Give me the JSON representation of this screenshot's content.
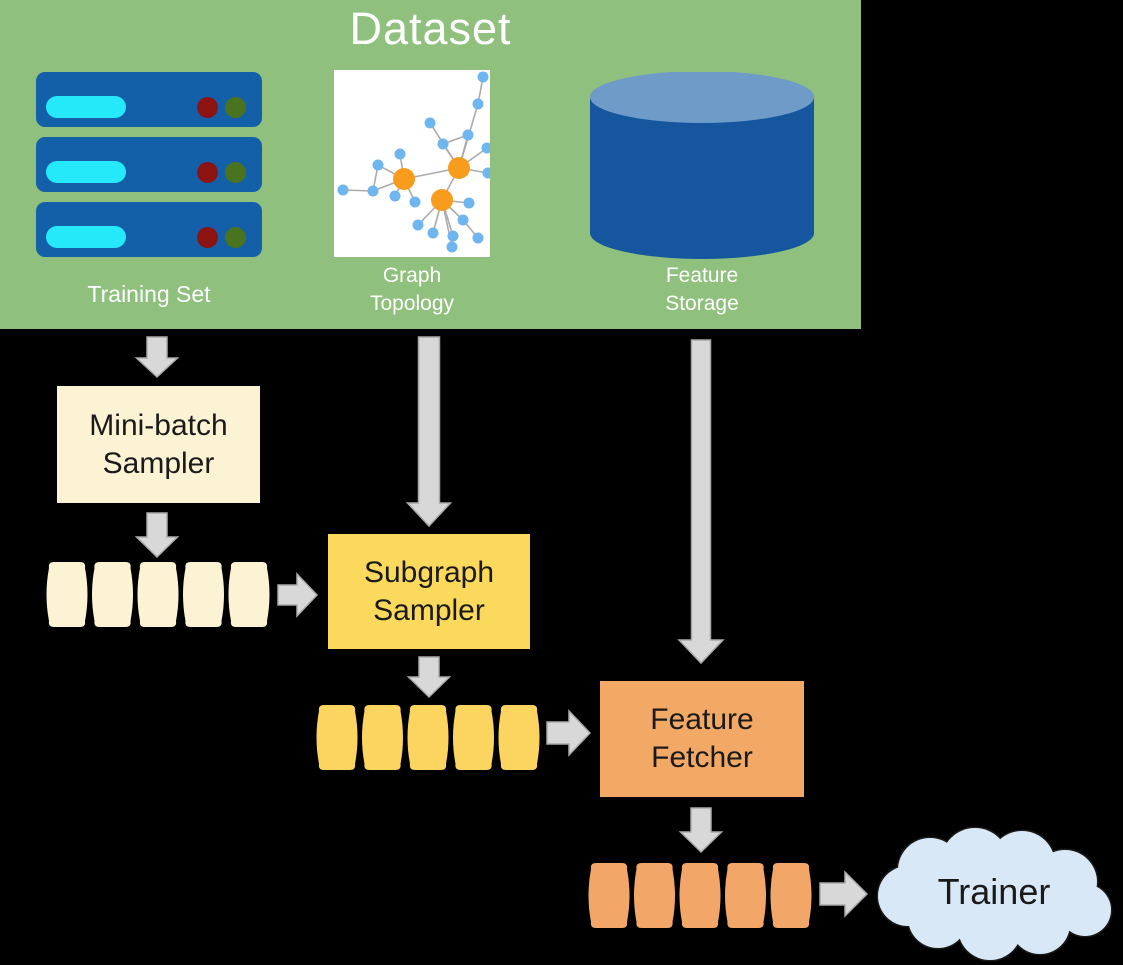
{
  "dataset_panel": {
    "title": "Dataset",
    "items": [
      {
        "icon": "server-stack-icon",
        "lines": [
          "Training Set"
        ]
      },
      {
        "icon": "graph-network-icon",
        "lines": [
          "Graph",
          "Topology"
        ]
      },
      {
        "icon": "database-cylinder-icon",
        "lines": [
          "Feature",
          "Storage"
        ]
      }
    ]
  },
  "stages": [
    {
      "id": "mini-batch-sampler",
      "lines": [
        "Mini-batch",
        "Sampler"
      ],
      "fill": "#FCF3D4"
    },
    {
      "id": "subgraph-sampler",
      "lines": [
        "Subgraph",
        "Sampler"
      ],
      "fill": "#FBD95C"
    },
    {
      "id": "feature-fetcher",
      "lines": [
        "Feature",
        "Fetcher"
      ],
      "fill": "#F2A965"
    }
  ],
  "trainer": {
    "label": "Trainer",
    "fill": "#D9E8F7"
  },
  "queues": [
    {
      "id": "mini-batch-queue",
      "slices": 5,
      "fill": "#FCF3D4"
    },
    {
      "id": "subgraph-queue",
      "slices": 5,
      "fill": "#FBD55F"
    },
    {
      "id": "feature-queue",
      "slices": 5,
      "fill": "#F2A768"
    }
  ],
  "colors": {
    "background": "#000000",
    "panel_bg": "#8FC07D",
    "arrow_fill": "#D8D8D8",
    "arrow_stroke": "#A9A9A9",
    "server_bar": "#1460A8",
    "server_pill": "#25E8F8",
    "led_red": "#8D1212",
    "led_green": "#4A731F",
    "graph_bg": "#FFFFFF",
    "graph_edge": "#ABABAB",
    "graph_hub": "#F89C1E",
    "graph_node": "#6FB5F0",
    "cylinder_body": "#15569E",
    "cylinder_top": "#6E9BC8",
    "text_dark": "#1A1A1A",
    "text_light": "#FFFFFF",
    "cloud_outline": "#1A1A1A"
  }
}
